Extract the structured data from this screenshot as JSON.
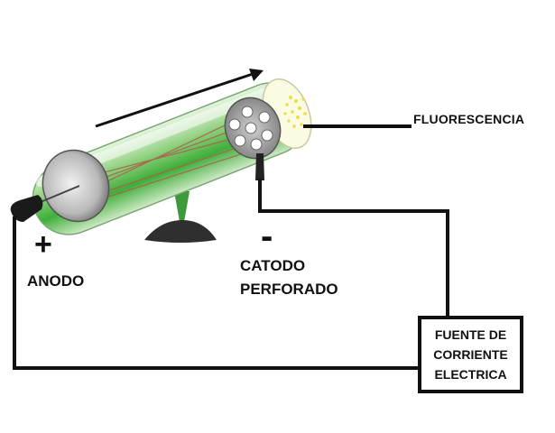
{
  "labels": {
    "fluorescence": "FLUORESCENCIA",
    "anode_sign": "+",
    "anode": "ANODO",
    "cathode_sign": "-",
    "cathode_line1": "CATODO",
    "cathode_line2": "PERFORADO",
    "power_source": [
      "FUENTE DE",
      "CORRIENTE",
      "ELECTRICA"
    ]
  },
  "colors": {
    "tube_glow": "#3fae3a",
    "tube_glass": "#d8efd2",
    "cathode_disc": "#9a9a9a",
    "fluorescence_dots": "#e8e040",
    "rays": "#b05a4a",
    "wire": "#111111"
  }
}
